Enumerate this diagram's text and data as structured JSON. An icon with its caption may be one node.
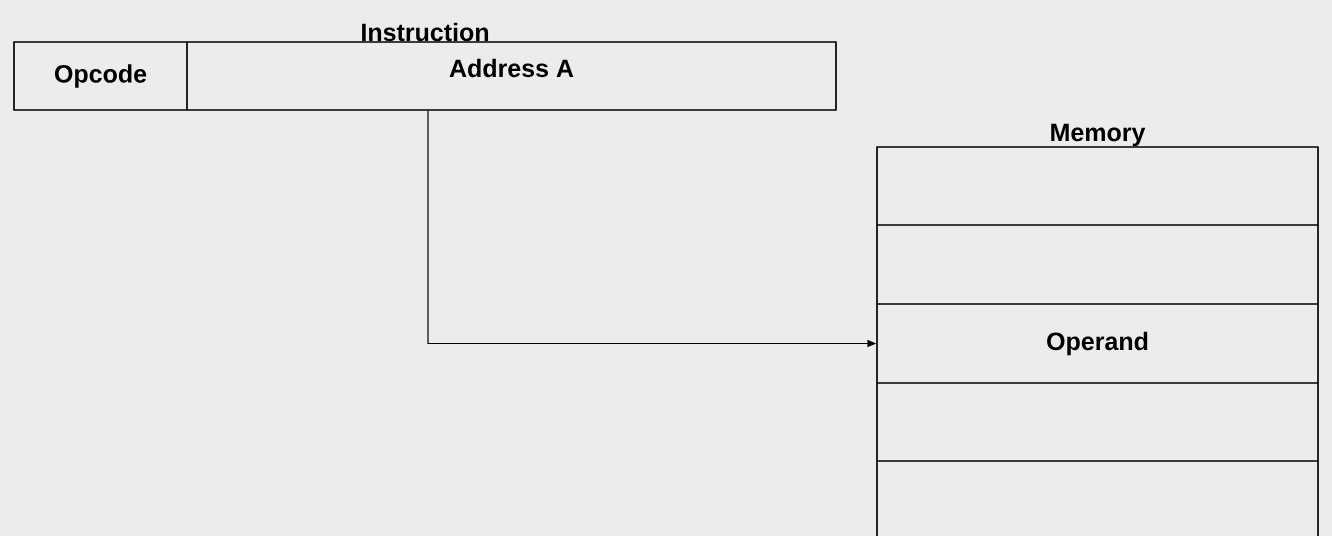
{
  "diagram": {
    "nodes": [
      {
        "text": [
          "Instruction"
        ]
      },
      {
        "text": [
          "Opcode"
        ],
        "in": 0
      },
      {
        "text": [
          "Address A"
        ],
        "in": 0
      },
      {
        "text": [
          "Memory"
        ]
      },
      {
        "text": [],
        "shape": "box",
        "in": 3
      },
      {
        "text": [],
        "shape": "box",
        "in": 3
      },
      {
        "text": [
          "Operand"
        ],
        "in": 3
      },
      {
        "text": [],
        "shape": "box",
        "in": 3
      },
      {
        "text": [],
        "shape": "box",
        "in": 3
      }
    ],
    "edges": [
      {
        "from": 2,
        "to": 6,
        "arrow": "to"
      }
    ]
  }
}
